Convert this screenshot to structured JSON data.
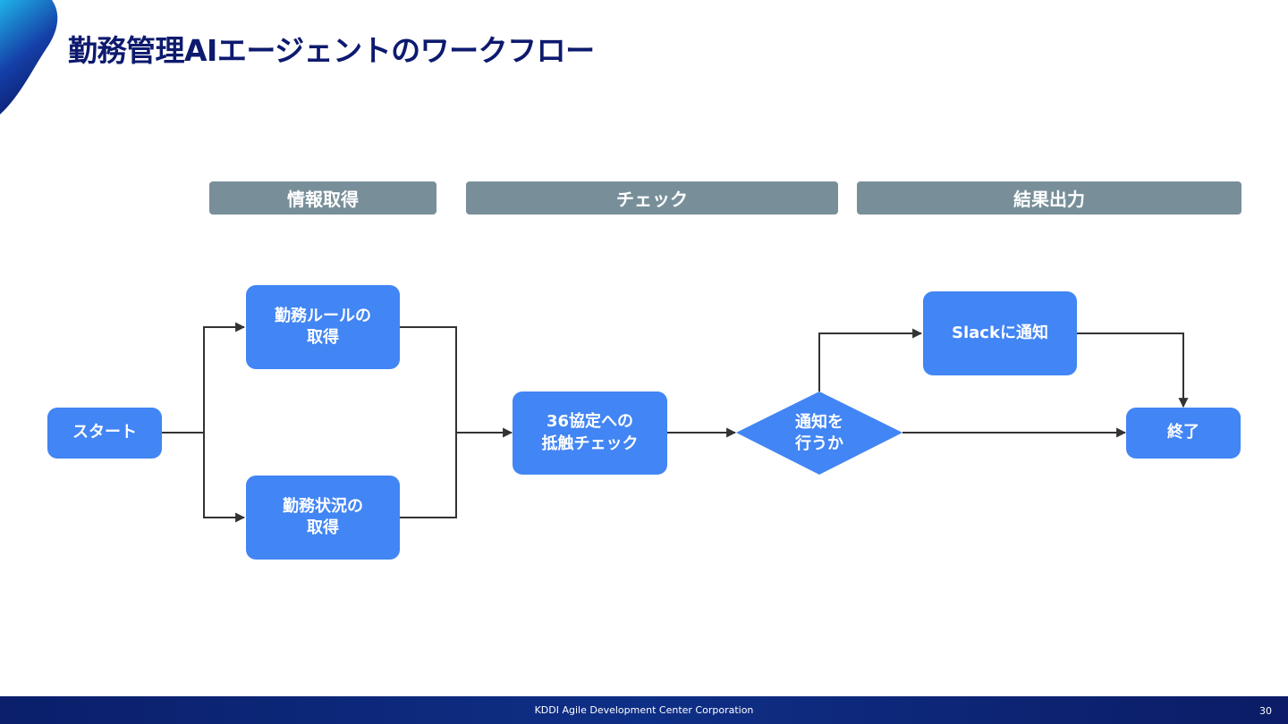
{
  "slide": {
    "title": "勤務管理AIエージェントのワークフロー",
    "footer_text": "KDDI Agile Development Center Corporation",
    "page_number": "30"
  },
  "phases": [
    "情報取得",
    "チェック",
    "結果出力"
  ],
  "nodes": {
    "start": "スタート",
    "rule": "勤務ルールの\n取得",
    "status": "勤務状況の\n取得",
    "check36": "36協定への\n抵触チェック",
    "decision": "通知を\n行うか",
    "slack": "Slackに通知",
    "end": "終了"
  },
  "colors": {
    "title": "#0d1a6e",
    "node": "#4285f4",
    "phase": "#788f9a",
    "connector": "#333333",
    "footer": "#0e2f86"
  }
}
